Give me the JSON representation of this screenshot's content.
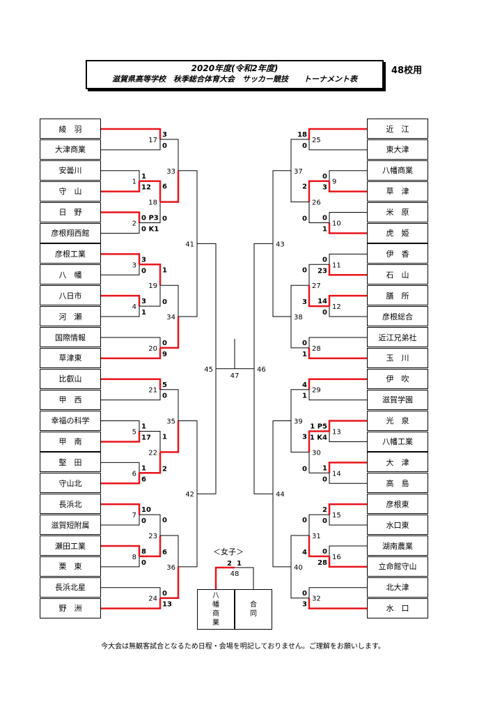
{
  "header": {
    "title_line1": "2020年度(令和2年度)",
    "title_line2": "滋賀県高等学校　秋季総合体育大会　サッカー競技　　トーナメント表",
    "count_label": "48校用"
  },
  "left_teams": [
    "綾　羽",
    "大津商業",
    "安曇川",
    "守　山",
    "日　野",
    "彦根翔西館",
    "彦根工業",
    "八　幡",
    "八日市",
    "河　瀬",
    "国際情報",
    "草津東",
    "比叡山",
    "甲　西",
    "幸福の科学",
    "甲　南",
    "堅　田",
    "守山北",
    "長浜北",
    "滋賀短附属",
    "瀬田工業",
    "栗　東",
    "長浜北星",
    "野　洲"
  ],
  "right_teams": [
    "近　江",
    "東大津",
    "八幡商業",
    "草　津",
    "米　原",
    "虎　姫",
    "伊　香",
    "石　山",
    "膳　所",
    "彦根総合",
    "近江兄弟社",
    "玉　川",
    "伊　吹",
    "滋賀学園",
    "光　泉",
    "八幡工業",
    "大　津",
    "高　島",
    "彦根東",
    "水口東",
    "湖南農業",
    "立命館守山",
    "北大津",
    "水　口"
  ],
  "match_numbers": {
    "m1": "1",
    "m2": "2",
    "m3": "3",
    "m4": "4",
    "m5": "5",
    "m6": "6",
    "m7": "7",
    "m8": "8",
    "m9": "9",
    "m10": "10",
    "m11": "11",
    "m12": "12",
    "m13": "13",
    "m14": "14",
    "m15": "15",
    "m16": "16",
    "m17": "17",
    "m18": "18",
    "m19": "19",
    "m20": "20",
    "m21": "21",
    "m22": "22",
    "m23": "23",
    "m24": "24",
    "m25": "25",
    "m26": "26",
    "m27": "27",
    "m28": "28",
    "m29": "29",
    "m30": "30",
    "m31": "31",
    "m32": "32",
    "m33": "33",
    "m34": "34",
    "m35": "35",
    "m36": "36",
    "m37": "37",
    "m38": "38",
    "m39": "39",
    "m40": "40",
    "m41": "41",
    "m42": "42",
    "m43": "43",
    "m44": "44",
    "m45": "45",
    "m46": "46",
    "m47": "47",
    "m48": "48"
  },
  "scores": {
    "s17a": "3",
    "s17b": "0",
    "s1a": "1",
    "s1b": "12",
    "s2a": "0 P3",
    "s2b": "0 K1",
    "s18a": "6",
    "s18b": "0",
    "s3a": "3",
    "s3b": "0",
    "s4a": "3",
    "s4b": "1",
    "s19a": "1",
    "s19b": "0",
    "s20a": "0",
    "s20b": "9",
    "s21a": "5",
    "s21b": "0",
    "s5a": "1",
    "s5b": "17",
    "s6a": "1",
    "s6b": "6",
    "s22a": "1",
    "s22b": "2",
    "s7a": "10",
    "s7b": "0",
    "s8a": "8",
    "s8b": "0",
    "s23a": "0",
    "s23b": "6",
    "s24a": "0",
    "s24b": "13",
    "s25a": "18",
    "s25b": "0",
    "s9a": "0",
    "s9b": "3",
    "s10a": "0",
    "s10b": "1",
    "s26a": "2",
    "s26b": "0",
    "s11a": "0",
    "s11b": "23",
    "s12a": "14",
    "s12b": "0",
    "s27a": "0",
    "s27b": "3",
    "s28a": "0",
    "s28b": "1",
    "s29a": "4",
    "s29b": "1",
    "s13a": "1 P5",
    "s13b": "1 K4",
    "s14a": "1",
    "s14b": "0",
    "s30a": "3",
    "s30b": "0",
    "s15a": "2",
    "s15b": "0",
    "s16a": "0",
    "s16b": "28",
    "s31a": "0",
    "s31b": "4",
    "s32a": "0",
    "s32b": "3",
    "s48a": "2",
    "s48b": "1"
  },
  "girls": {
    "label": "＜女子＞",
    "team1": "八幡商業",
    "team2": "合同"
  },
  "footnote": "今大会は無観客試合となるため日程・会場を明記しておりません。ご理解をお願いします。",
  "colors": {
    "winner_line": "#e8141b",
    "line": "#000000"
  }
}
